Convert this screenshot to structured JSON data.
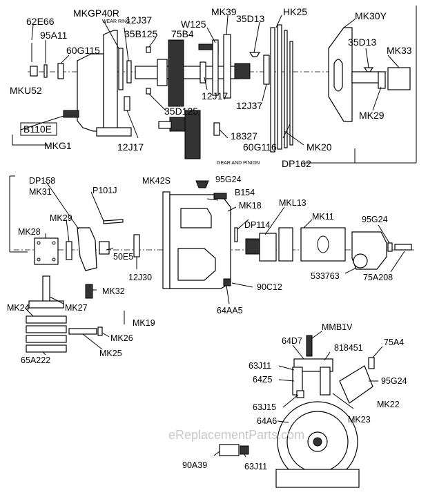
{
  "labels": {
    "MKGP40R": "MKGP40R",
    "wear_ring": "WEAR RING",
    "12J37_top": "12J37",
    "MK39": "MK39",
    "35D13_top": "35D13",
    "HK25": "HK25",
    "MK30Y": "MK30Y",
    "62E66": "62E66",
    "95A11": "95A11",
    "60G115": "60G115",
    "35B125": "35B125",
    "75B4": "75B4",
    "W125": "W125",
    "35D13_right": "35D13",
    "MK33": "MK33",
    "MKU52": "MKU52",
    "12J17_mid": "12J17",
    "12J37_mid": "12J37",
    "35D125": "35D125",
    "MK29_top": "MK29",
    "B110E": "B110E",
    "MKG1": "MKG1",
    "12J17_low": "12J17",
    "18327": "18327",
    "60G116": "60G116",
    "MK20": "MK20",
    "DP162": "DP162",
    "gear_and_pinion": "GEAR AND PINION",
    "DP158": "DP158",
    "MK31": "MK31",
    "P101J": "P101J",
    "MK42S": "MK42S",
    "95G24_mid": "95G24",
    "B154": "B154",
    "MK18": "MK18",
    "MKL13": "MKL13",
    "MK11": "MK11",
    "95G24_right": "95G24",
    "DP114": "DP114",
    "MK29_mid": "MK29",
    "MK28": "MK28",
    "50E5": "50E5",
    "12J30": "12J30",
    "533763": "533763",
    "75A208": "75A208",
    "90C12": "90C12",
    "MK32": "MK32",
    "64AA5": "64AA5",
    "MK24": "MK24",
    "MK27": "MK27",
    "MK19": "MK19",
    "MK26": "MK26",
    "65A222": "65A222",
    "MK25": "MK25",
    "MMB1V": "MMB1V",
    "64D7": "64D7",
    "818451": "818451",
    "75A4": "75A4",
    "63J11_top": "63J11",
    "64Z5": "64Z5",
    "95G24_low": "95G24",
    "MK22": "MK22",
    "63J15": "63J15",
    "MK23": "MK23",
    "64A6": "64A6",
    "90A39": "90A39",
    "63J11_low": "63J11"
  },
  "watermark": "eReplacementParts.com"
}
